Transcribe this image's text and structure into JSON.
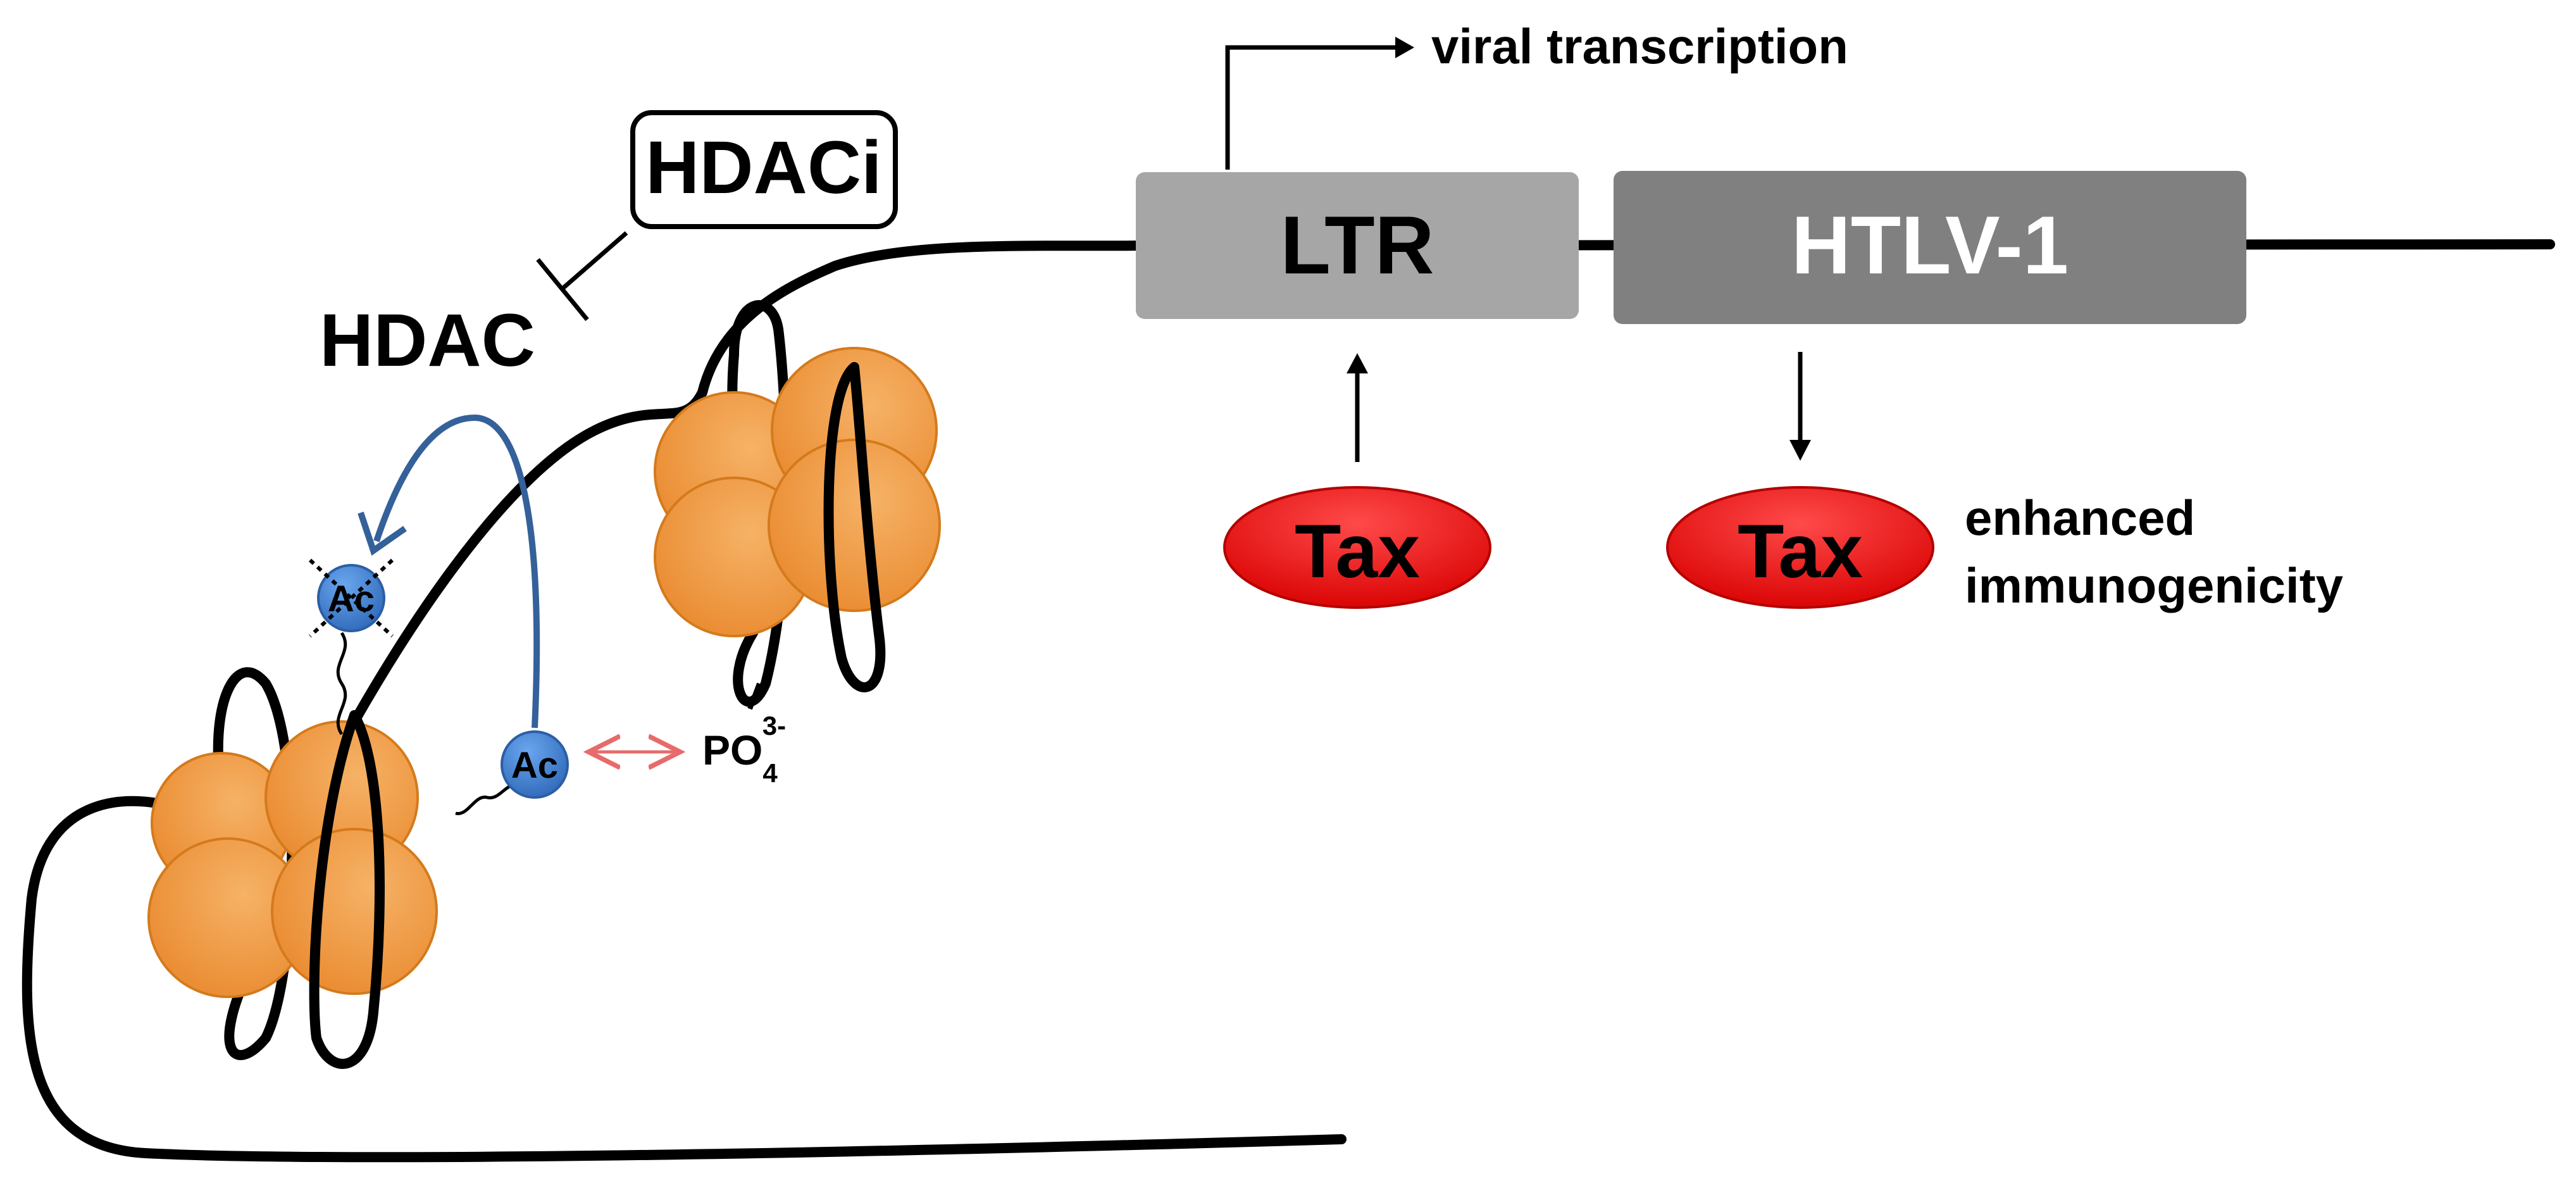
{
  "labels": {
    "hdaci": "HDACi",
    "hdac": "HDAC",
    "ltr": "LTR",
    "htlv": "HTLV-1",
    "viral_transcription": "viral transcription",
    "tax_left": "Tax",
    "tax_right": "Tax",
    "enhanced_line1": "enhanced",
    "enhanced_line2": "immunogenicity",
    "ac_removed": "Ac",
    "ac": "Ac",
    "po4_base": "PO",
    "po4_sub": "4",
    "po4_sup": "3-"
  },
  "colors": {
    "dna": "#000000",
    "ltr_box": "#a6a6a6",
    "htlv_box": "#808080",
    "tax": "#e60000",
    "nucleosome": "#e8922c",
    "acetyl": "#3b78c3",
    "deacetylation_arrow": "#35619a",
    "exchange_arrow": "#e86a6a"
  }
}
